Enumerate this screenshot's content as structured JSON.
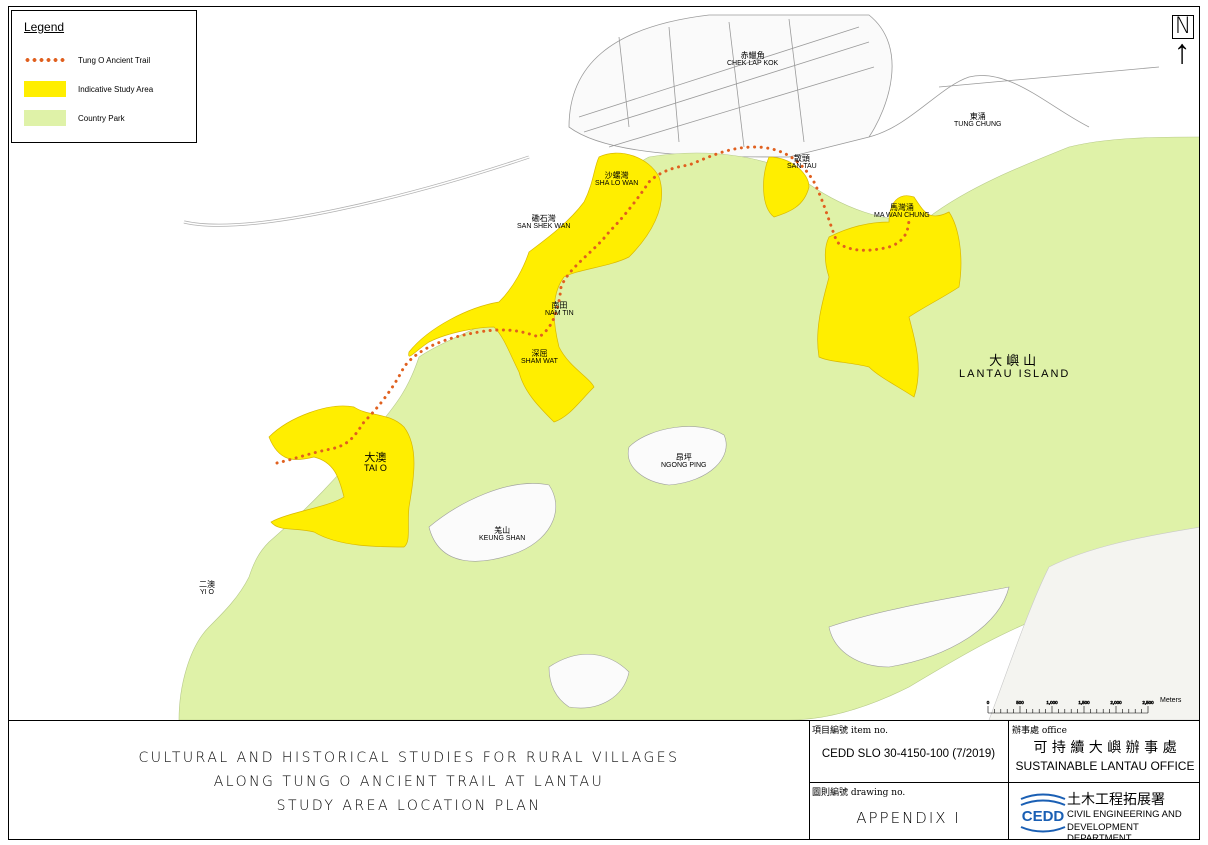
{
  "legend": {
    "title": "Legend",
    "items": [
      {
        "label": "Tung O Ancient Trail",
        "swatch": "dotted-line",
        "color": "#e0601f"
      },
      {
        "label": "Indicative Study Area",
        "swatch": "fill",
        "color": "#ffee00"
      },
      {
        "label": "Country Park",
        "swatch": "fill",
        "color": "#dff2a8"
      }
    ]
  },
  "north_arrow": {
    "letter": "N",
    "icon": "north-arrow-icon"
  },
  "places": [
    {
      "id": "chek-lap-kok",
      "zh": "赤鱲角",
      "en": "CHEK LAP KOK"
    },
    {
      "id": "tung-chung",
      "zh": "東涌",
      "en": "TUNG CHUNG"
    },
    {
      "id": "san-tau",
      "zh": "散頭",
      "en": "SAN TAU"
    },
    {
      "id": "sha-lo-wan",
      "zh": "沙螺灣",
      "en": "SHA LO WAN"
    },
    {
      "id": "ma-wan-chung",
      "zh": "馬灣涌",
      "en": "MA WAN CHUNG"
    },
    {
      "id": "san-shek-wan",
      "zh": "磡石灣",
      "en": "SAN SHEK WAN"
    },
    {
      "id": "nam-tin",
      "zh": "南田",
      "en": "NAM TIN"
    },
    {
      "id": "sham-wat",
      "zh": "深屈",
      "en": "SHAM WAT"
    },
    {
      "id": "tai-o",
      "zh": "大澳",
      "en": "TAI O"
    },
    {
      "id": "ngong-ping",
      "zh": "昂坪",
      "en": "NGONG PING"
    },
    {
      "id": "keung-shan",
      "zh": "羗山",
      "en": "KEUNG SHAN"
    },
    {
      "id": "yi-o",
      "zh": "二澳",
      "en": "YI O"
    },
    {
      "id": "lantau-island",
      "zh": "大嶼山",
      "en": "LANTAU   ISLAND"
    }
  ],
  "scale": {
    "ticks": [
      "0",
      "500",
      "1,000",
      "1,500",
      "2,000",
      "2,500"
    ],
    "unit": "Meters"
  },
  "title_block": {
    "title_lines": [
      "CULTURAL AND HISTORICAL STUDIES FOR RURAL VILLAGES",
      "ALONG TUNG O ANCIENT TRAIL AT LANTAU",
      "STUDY AREA LOCATION PLAN"
    ],
    "item_no_caption": "項目編號 item no.",
    "item_no": "CEDD SLO 30-4150-100 (7/2019)",
    "office_caption": "辦事處 office",
    "office_zh": "可 持 續 大 嶼 辦 事 處",
    "office_en": "SUSTAINABLE LANTAU OFFICE",
    "drawing_no_caption": "圖則編號 drawing no.",
    "drawing_no": "APPENDIX I",
    "dept_logo": "CEDD",
    "dept_zh": "土木工程拓展署",
    "dept_en_1": "CIVIL  ENGINEERING  AND",
    "dept_en_2": "DEVELOPMENT DEPARTMENT"
  }
}
